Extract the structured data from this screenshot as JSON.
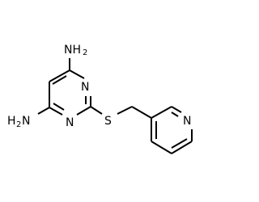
{
  "molecule": {
    "atoms": {
      "nh2_top": {
        "main": "NH",
        "sub": "2"
      },
      "nh2_bottom": {
        "main": "H",
        "sub": "2",
        "tail": "N"
      },
      "n_ring_top": "N",
      "n_ring_bottom": "N",
      "sulfur": "S",
      "n_pyridine": "N"
    }
  },
  "colors": {
    "bond": "#000000",
    "hetero_n": "#0000ff",
    "hetero_s": "#cccc00",
    "background": "#ffffff"
  }
}
